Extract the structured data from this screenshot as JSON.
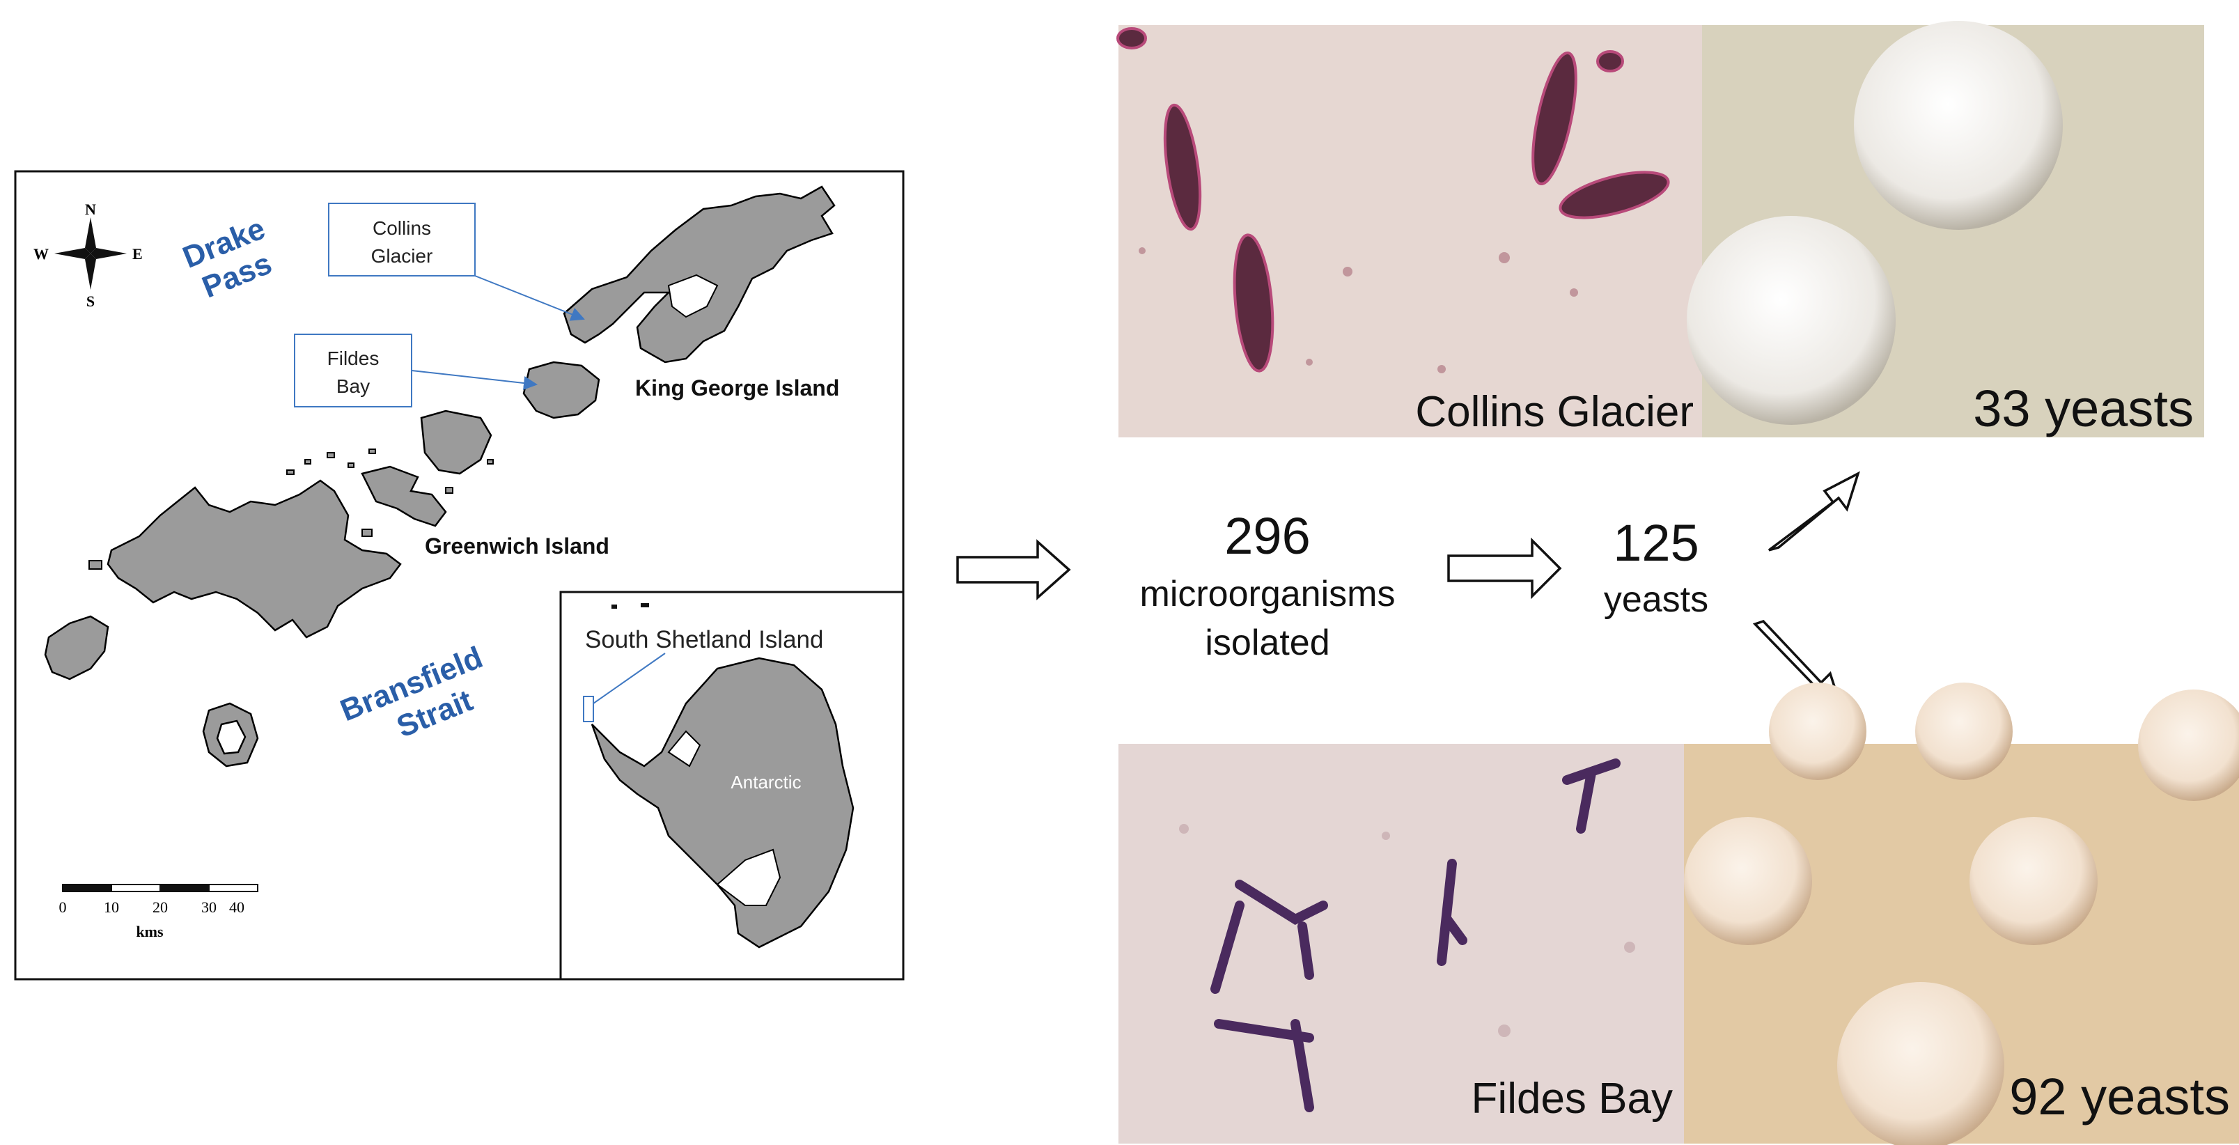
{
  "map": {
    "compass": {
      "n": "N",
      "s": "S",
      "e": "E",
      "w": "W"
    },
    "labels": {
      "drake_line1": "Drake",
      "drake_line2": "Pass",
      "collins_line1": "Collins",
      "collins_line2": "Glacier",
      "fildes_line1": "Fildes",
      "fildes_line2": "Bay",
      "king_george": "King George Island",
      "greenwich": "Greenwich Island",
      "bransfield_line1": "Bransfield",
      "bransfield_line2": "Strait"
    },
    "scale": {
      "ticks": [
        "0",
        "10",
        "20",
        "30",
        "40"
      ],
      "unit": "kms"
    },
    "inset": {
      "label": "South Shetland Island",
      "continent": "Antarctic"
    }
  },
  "flow": {
    "isolated_count": "296",
    "isolated_line1": "microorganisms",
    "isolated_line2": "isolated",
    "yeast_count": "125",
    "yeast_label": "yeasts"
  },
  "panels": {
    "collins": {
      "site": "Collins Glacier",
      "yeasts": "33 yeasts"
    },
    "fildes": {
      "site": "Fildes Bay",
      "yeasts": "92 yeasts"
    }
  },
  "colors": {
    "label_blue": "#2a5ea8",
    "land": "#9b9b9b",
    "micro_bg": "#e6d7d2",
    "plate_bg": "#d8d2bd"
  }
}
